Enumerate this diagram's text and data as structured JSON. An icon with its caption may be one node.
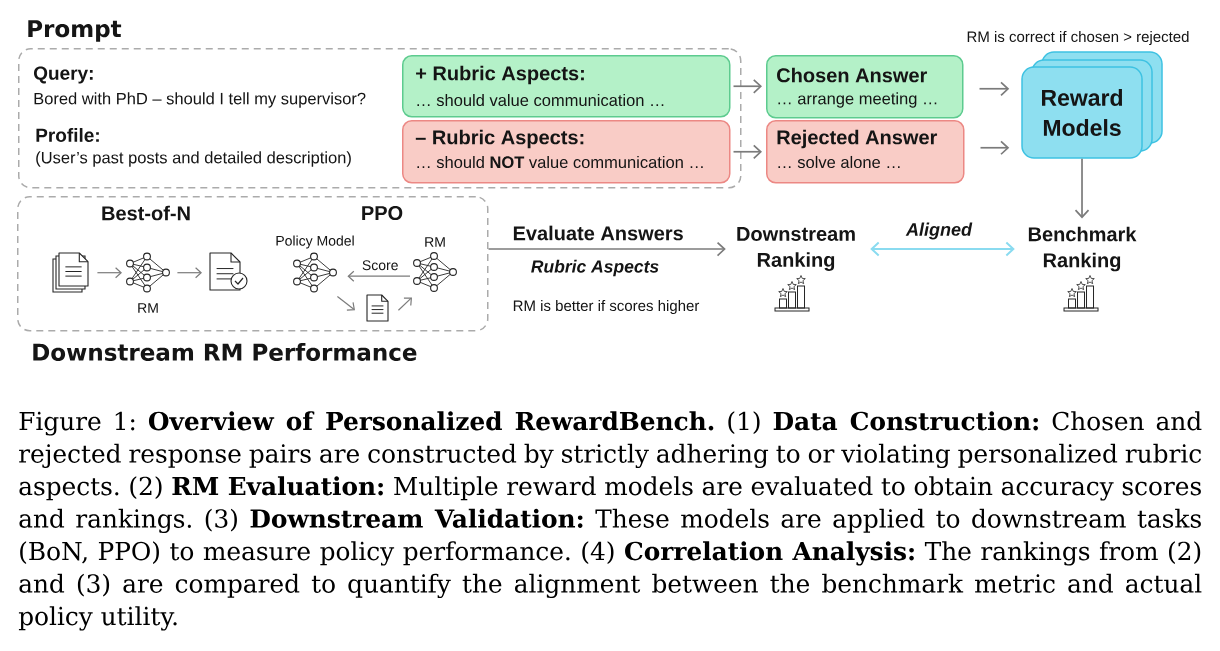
{
  "diagram": {
    "caption": "Figure 1: **Overview of Personalized RewardBench.** (1) **Data Construction:** Chosen and rejected response pairs are constructed by strictly adhering to or violating personalized rubric aspects. (2) **RM Evaluation:** Multiple reward models are evaluated to obtain accuracy scores and rankings. (3) **Downstream Validation:** These models are applied to downstream tasks (BoN, PPO) to measure policy performance. (4) **Correlation Analysis:** The rankings from (2) and (3) are compared to quantify the alignment between the benchmark metric and actual policy utility.",
    "nodes": [
      {
        "text": [
          "Prompt",
          "Query:",
          "Bored with PhD – should I tell my supervisor?",
          "Profile:",
          "(User’s past posts and detailed description)"
        ]
      },
      {
        "text": [
          "+ Rubric Aspects:",
          "… should value communication …"
        ],
        "in": 0
      },
      {
        "text": [
          "– Rubric Aspects:",
          "… should **NOT** value communication …"
        ],
        "in": 0
      },
      {
        "text": [
          "Chosen Answer",
          "… arrange meeting …"
        ]
      },
      {
        "text": [
          "Rejected Answer",
          "… solve alone …"
        ]
      },
      {
        "text": [
          "Reward Models"
        ]
      },
      {
        "text": [
          "Best-of-N",
          "PPO",
          "Downstream RM Performance"
        ]
      },
      {
        "text": [],
        "shape": "picture",
        "in": 6
      },
      {
        "text": [
          "RM"
        ],
        "in": 6
      },
      {
        "text": [],
        "shape": "picture",
        "in": 6
      },
      {
        "text": [
          "Policy Model"
        ],
        "in": 6
      },
      {
        "text": [
          "RM"
        ],
        "in": 6
      },
      {
        "text": [],
        "shape": "picture",
        "in": 6
      },
      {
        "text": [
          "Downstream Ranking"
        ]
      },
      {
        "text": [
          "Benchmark Ranking"
        ]
      }
    ],
    "edges": [
      {
        "from": 1,
        "to": 3,
        "arrow": "to"
      },
      {
        "from": 2,
        "to": 4,
        "arrow": "to"
      },
      {
        "from": 3,
        "to": 5,
        "arrow": "to"
      },
      {
        "from": 4,
        "to": 5,
        "arrow": "to"
      },
      {
        "from": 5,
        "to": 14,
        "arrow": "to"
      },
      {
        "from": 7,
        "to": 8,
        "arrow": "to"
      },
      {
        "from": 8,
        "to": 9,
        "arrow": "to"
      },
      {
        "from": 11,
        "to": 10,
        "arrow": "to",
        "label": "Score"
      },
      {
        "from": 10,
        "to": 12,
        "arrow": "to"
      },
      {
        "from": 12,
        "to": 11,
        "arrow": "to"
      },
      {
        "from": 6,
        "to": 13,
        "arrow": "to",
        "label": "Evaluate Answers"
      },
      {
        "from": 13,
        "to": 14,
        "arrow": "both",
        "label": "Aligned",
        "color": "#8adbf0"
      }
    ],
    "labels": [
      "RM is correct if chosen > rejected",
      "Rubric Aspects",
      "RM is better if scores higher"
    ]
  }
}
